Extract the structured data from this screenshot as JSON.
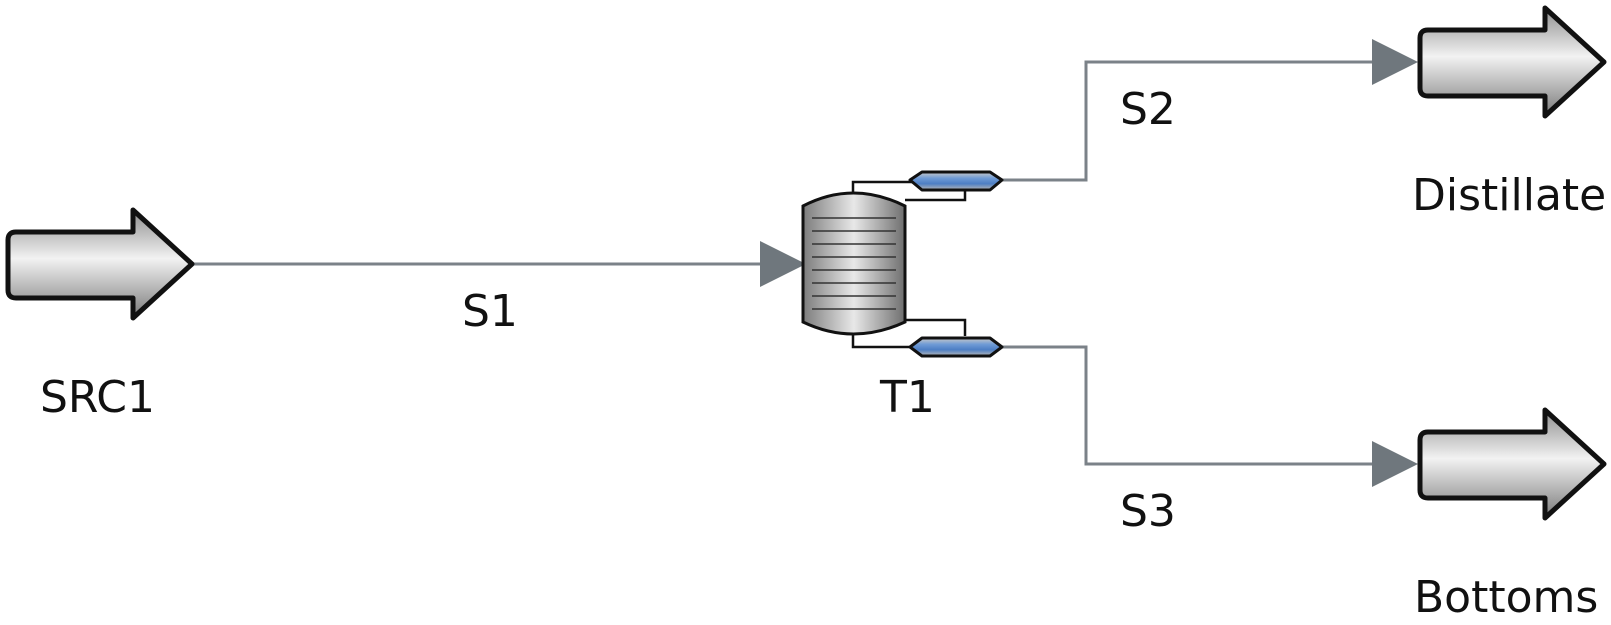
{
  "diagram": {
    "nodes": {
      "source": {
        "label": "SRC1",
        "icon": "feed-arrow-icon"
      },
      "column": {
        "label": "T1",
        "icon": "distillation-column-icon"
      },
      "distillate": {
        "label": "Distillate",
        "icon": "product-arrow-icon"
      },
      "bottoms": {
        "label": "Bottoms",
        "icon": "product-arrow-icon"
      }
    },
    "streams": {
      "s1": {
        "label": "S1",
        "from": "SRC1",
        "to": "T1"
      },
      "s2": {
        "label": "S2",
        "from": "T1",
        "to": "Distillate"
      },
      "s3": {
        "label": "S3",
        "from": "T1",
        "to": "Bottoms"
      }
    },
    "colors": {
      "stream_line": "#7b8288",
      "arrowhead": "#6f777d",
      "vessel_outline": "#111111",
      "exchanger_fill": "#6f9bd6"
    }
  }
}
